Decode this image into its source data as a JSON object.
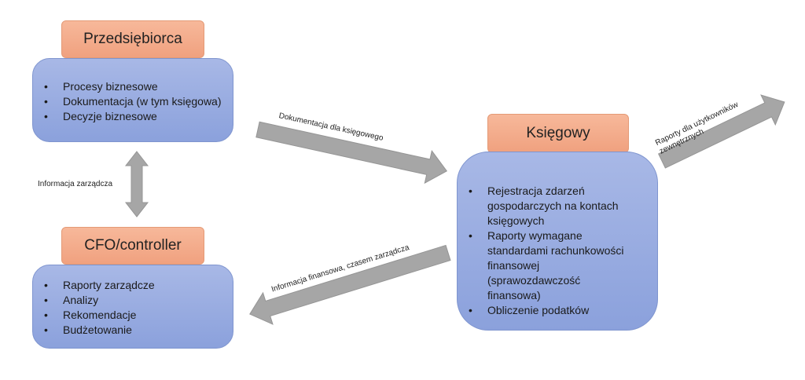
{
  "entrepreneur": {
    "title": "Przedsiębiorca",
    "items": [
      "Procesy biznesowe",
      "Dokumentacja (w tym księgowa)",
      "Decyzje biznesowe"
    ]
  },
  "cfo": {
    "title": "CFO/controller",
    "items": [
      "Raporty zarządcze",
      "Analizy",
      "Rekomendacje",
      "Budżetowanie"
    ]
  },
  "accountant": {
    "title": "Księgowy",
    "items": [
      "Rejestracja zdarzeń gospodarczych na kontach księgowych",
      "Raporty wymagane standardami rachunkowości finansowej (sprawozdawczość finansowa)",
      "Obliczenie podatków"
    ]
  },
  "arrows": {
    "management_info": "Informacja zarządcza",
    "docs_for_accountant": "Dokumentacja dla księgowego",
    "financial_info": "Informacja finansowa, czasem zarządcza",
    "external_reports_line1": "Raporty dla użytkowników",
    "external_reports_line2": "zewnętrznych"
  },
  "colors": {
    "label": "#f0a17f",
    "box": "#98ace0",
    "arrow": "#a6a6a6"
  }
}
